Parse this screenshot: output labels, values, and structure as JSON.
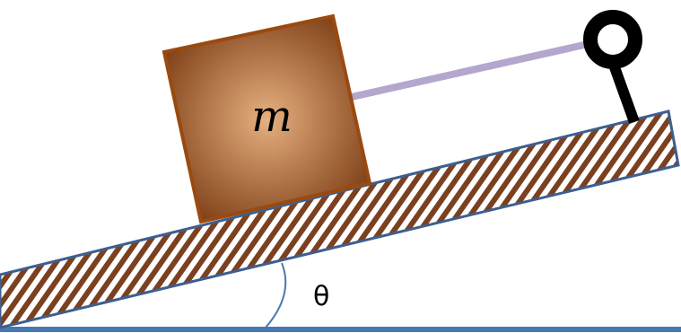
{
  "labels": {
    "mass": "m",
    "angle": "θ"
  },
  "colors": {
    "ground": "#4a78b0",
    "incline_border": "#3d5f8f",
    "incline_hatch": "#7a4020",
    "incline_fill": "#ffffff",
    "block_center": "#e6b080",
    "block_edge": "#7a3a12",
    "block_border": "#9a4a10",
    "rope": "#b4a6cc",
    "anchor": "#000000",
    "angle_arc": "#4a78b0",
    "text": "#000000"
  },
  "objects": {
    "block": "block",
    "rope": "rope",
    "anchor": "anchor-pin"
  }
}
